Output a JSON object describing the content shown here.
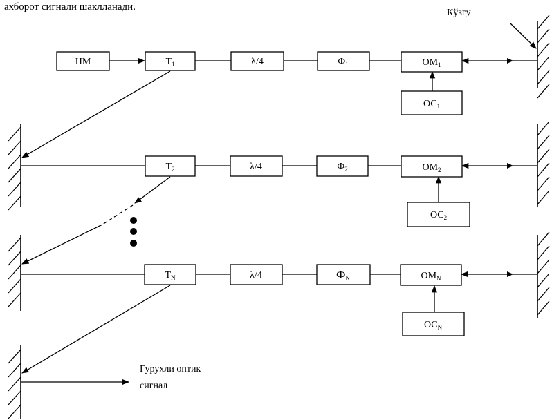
{
  "header_text": "ахборот сигнали шаклланади.",
  "mirror_label": "Кўзгу",
  "output_label_line1": "Гурухли оптик",
  "output_label_line2": "сигнал",
  "blocks": {
    "laser": "НМ",
    "rows": [
      {
        "splitter": {
          "base": "Т",
          "sub": "1"
        },
        "quarter_wave": "λ/4",
        "phase": {
          "base": "Ф",
          "sub": "1"
        },
        "modulator": {
          "base": "ОМ",
          "sub": "1"
        },
        "control": {
          "base": "ОС",
          "sub": "1"
        }
      },
      {
        "splitter": {
          "base": "Т",
          "sub": "2"
        },
        "quarter_wave": "λ/4",
        "phase": {
          "base": "Ф",
          "sub": "2"
        },
        "modulator": {
          "base": "ОМ",
          "sub": "2"
        },
        "control": {
          "base": "ОС",
          "sub": "2"
        }
      },
      {
        "splitter": {
          "base": "Т",
          "sub": "N"
        },
        "quarter_wave": "λ/4",
        "phase": {
          "base": "Ф",
          "sub": "N"
        },
        "modulator": {
          "base": "ОМ",
          "sub": "N"
        },
        "control": {
          "base": "ОС",
          "sub": "N"
        }
      }
    ]
  }
}
